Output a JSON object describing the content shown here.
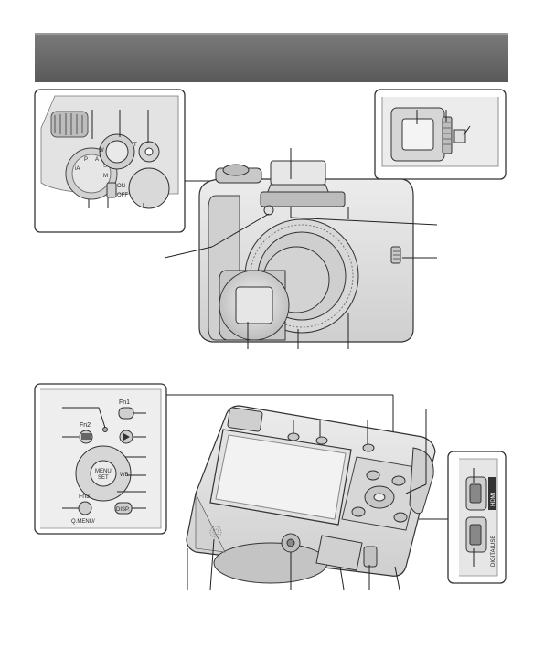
{
  "header": {
    "title": ""
  },
  "button_labels": {
    "mode_dial_ia": "iA",
    "mode_dial_p": "P",
    "mode_dial_a": "A",
    "mode_dial_s": "S",
    "mode_dial_m": "M",
    "power_on": "ON",
    "power_off": "OFF",
    "zoom_w": "W",
    "zoom_t": "T",
    "fn1": "Fn1",
    "fn2": "Fn2",
    "fn3": "Fn3",
    "menu_set_1": "MENU",
    "menu_set_2": "SET",
    "disp": "DISP.",
    "quick_menu": "Q.MENU/",
    "wb": "WB",
    "hdmi": "HDMI",
    "usb": "USB",
    "digital": "DIGITAL"
  },
  "colors": {
    "header": "#666666",
    "camera": "#d9d9d9",
    "outline": "#333333"
  }
}
